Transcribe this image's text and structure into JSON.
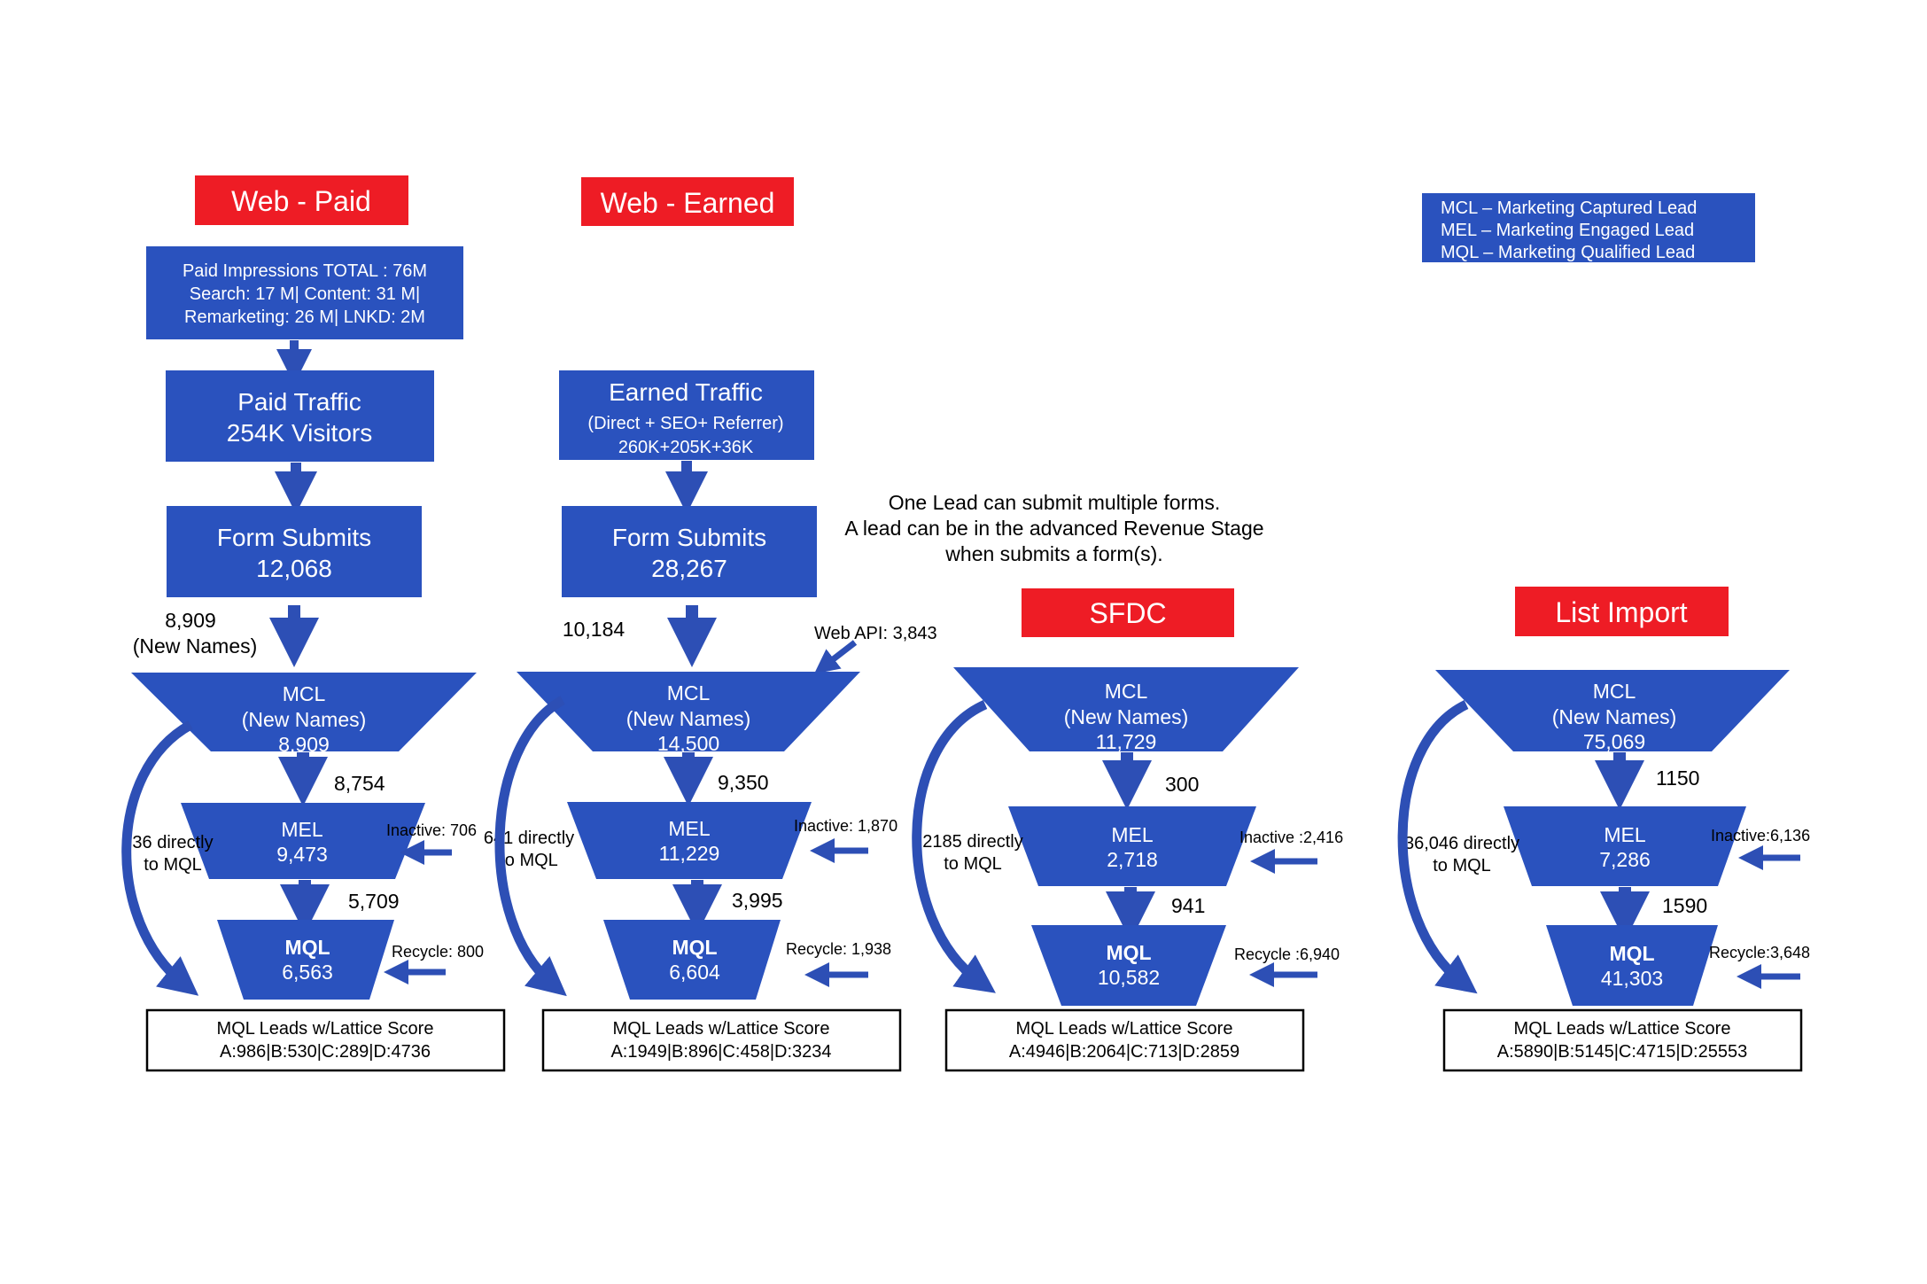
{
  "colors": {
    "blue": "#2a52be",
    "red": "#ee1c25",
    "arrow": "#2d4fb5",
    "black": "#000000"
  },
  "legend": {
    "lines": [
      "MCL – Marketing Captured Lead",
      "MEL – Marketing Engaged Lead",
      "MQL – Marketing Qualified Lead"
    ]
  },
  "note": {
    "lines": [
      "One Lead can submit multiple forms.",
      "A lead can be in the advanced Revenue Stage",
      "when submits a form(s)."
    ]
  },
  "web_paid": {
    "header": "Web  - Paid",
    "impressions": [
      "Paid Impressions TOTAL  : 76M",
      "Search: 17 M| Content:  31 M|",
      "Remarketing:  26 M| LNKD: 2M"
    ],
    "traffic": [
      "Paid Traffic",
      "254K Visitors"
    ],
    "form_submits": [
      "Form Submits",
      "12,068"
    ],
    "new_names": [
      "8,909",
      "(New Names)"
    ],
    "mcl": [
      "MCL",
      "(New Names)",
      "8,909"
    ],
    "mcl_to_mel": "8,754",
    "mel": [
      "MEL",
      "9,473"
    ],
    "inactive": "Inactive: 706",
    "mel_to_mql": "5,709",
    "direct": [
      "36 directly",
      "to MQL"
    ],
    "mql": [
      "MQL",
      "6,563"
    ],
    "recycle": "Recycle: 800",
    "lattice": [
      "MQL Leads w/Lattice Score",
      "A:986|B:530|C:289|D:4736"
    ]
  },
  "web_earned": {
    "header": "Web  - Earned",
    "traffic": [
      "Earned Traffic",
      "(Direct + SEO+ Referrer)",
      "260K+205K+36K"
    ],
    "form_submits": [
      "Form Submits",
      "28,267"
    ],
    "new_names": "10,184",
    "web_api": "Web API:  3,843",
    "mcl": [
      "MCL",
      "(New Names)",
      "14,500"
    ],
    "mcl_to_mel": "9,350",
    "mel": [
      "MEL",
      "11,229"
    ],
    "inactive": "Inactive: 1,870",
    "mel_to_mql": "3,995",
    "direct": [
      "641 directly",
      "to MQL"
    ],
    "mql": [
      "MQL",
      "6,604"
    ],
    "recycle": "Recycle: 1,938",
    "lattice": [
      "MQL Leads w/Lattice Score",
      "A:1949|B:896|C:458|D:3234"
    ]
  },
  "sfdc": {
    "header": "SFDC",
    "mcl": [
      "MCL",
      "(New Names)",
      "11,729"
    ],
    "mcl_to_mel": "300",
    "mel": [
      "MEL",
      "2,718"
    ],
    "inactive": "Inactive :2,416",
    "mel_to_mql": "941",
    "direct": [
      "2185 directly",
      "to MQL"
    ],
    "mql": [
      "MQL",
      "10,582"
    ],
    "recycle": "Recycle :6,940",
    "lattice": [
      "MQL Leads w/Lattice Score",
      "A:4946|B:2064|C:713|D:2859"
    ]
  },
  "list_import": {
    "header": "List Import",
    "mcl": [
      "MCL",
      "(New Names)",
      "75,069"
    ],
    "mcl_to_mel": "1150",
    "mel": [
      "MEL",
      "7,286"
    ],
    "inactive": "Inactive:6,136",
    "mel_to_mql": "1590",
    "direct": [
      "36,046 directly",
      "to MQL"
    ],
    "mql": [
      "MQL",
      "41,303"
    ],
    "recycle": "Recycle:3,648",
    "lattice": [
      "MQL Leads w/Lattice Score",
      "A:5890|B:5145|C:4715|D:25553"
    ]
  }
}
